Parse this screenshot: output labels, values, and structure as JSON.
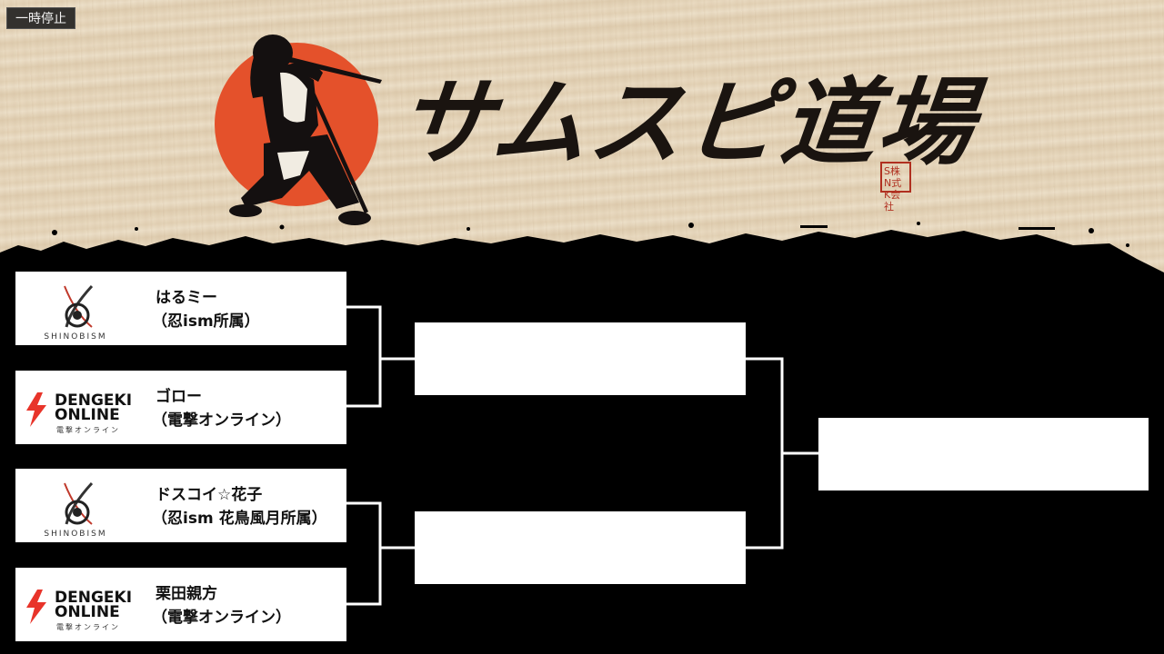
{
  "controls": {
    "pause_label": "一時停止"
  },
  "banner": {
    "title": "サムスピ道場",
    "seal_text": "S株 N式 K会社"
  },
  "bracket": {
    "round1": [
      {
        "name": "はるミー",
        "team": "（忍ism所属）",
        "logo": "shinobism-logo"
      },
      {
        "name": "ゴロー",
        "team": "（電撃オンライン）",
        "logo": "dengeki-online-logo"
      },
      {
        "name": "ドスコイ☆花子",
        "team": "（忍ism 花鳥風月所属）",
        "logo": "shinobism-logo"
      },
      {
        "name": "栗田親方",
        "team": "（電撃オンライン）",
        "logo": "dengeki-online-logo"
      }
    ],
    "round2": [
      {
        "name": ""
      },
      {
        "name": ""
      }
    ],
    "final": [
      {
        "name": ""
      }
    ]
  },
  "logos": {
    "shinobism_text": "SHINOBISM",
    "dengeki_line1": "DENGEKI",
    "dengeki_line2": "ONLINE",
    "dengeki_sub": "電撃オンライン"
  },
  "colors": {
    "sun": "#e4512b",
    "dengeki_red": "#e8342a",
    "background": "#000000",
    "slot": "#ffffff"
  }
}
